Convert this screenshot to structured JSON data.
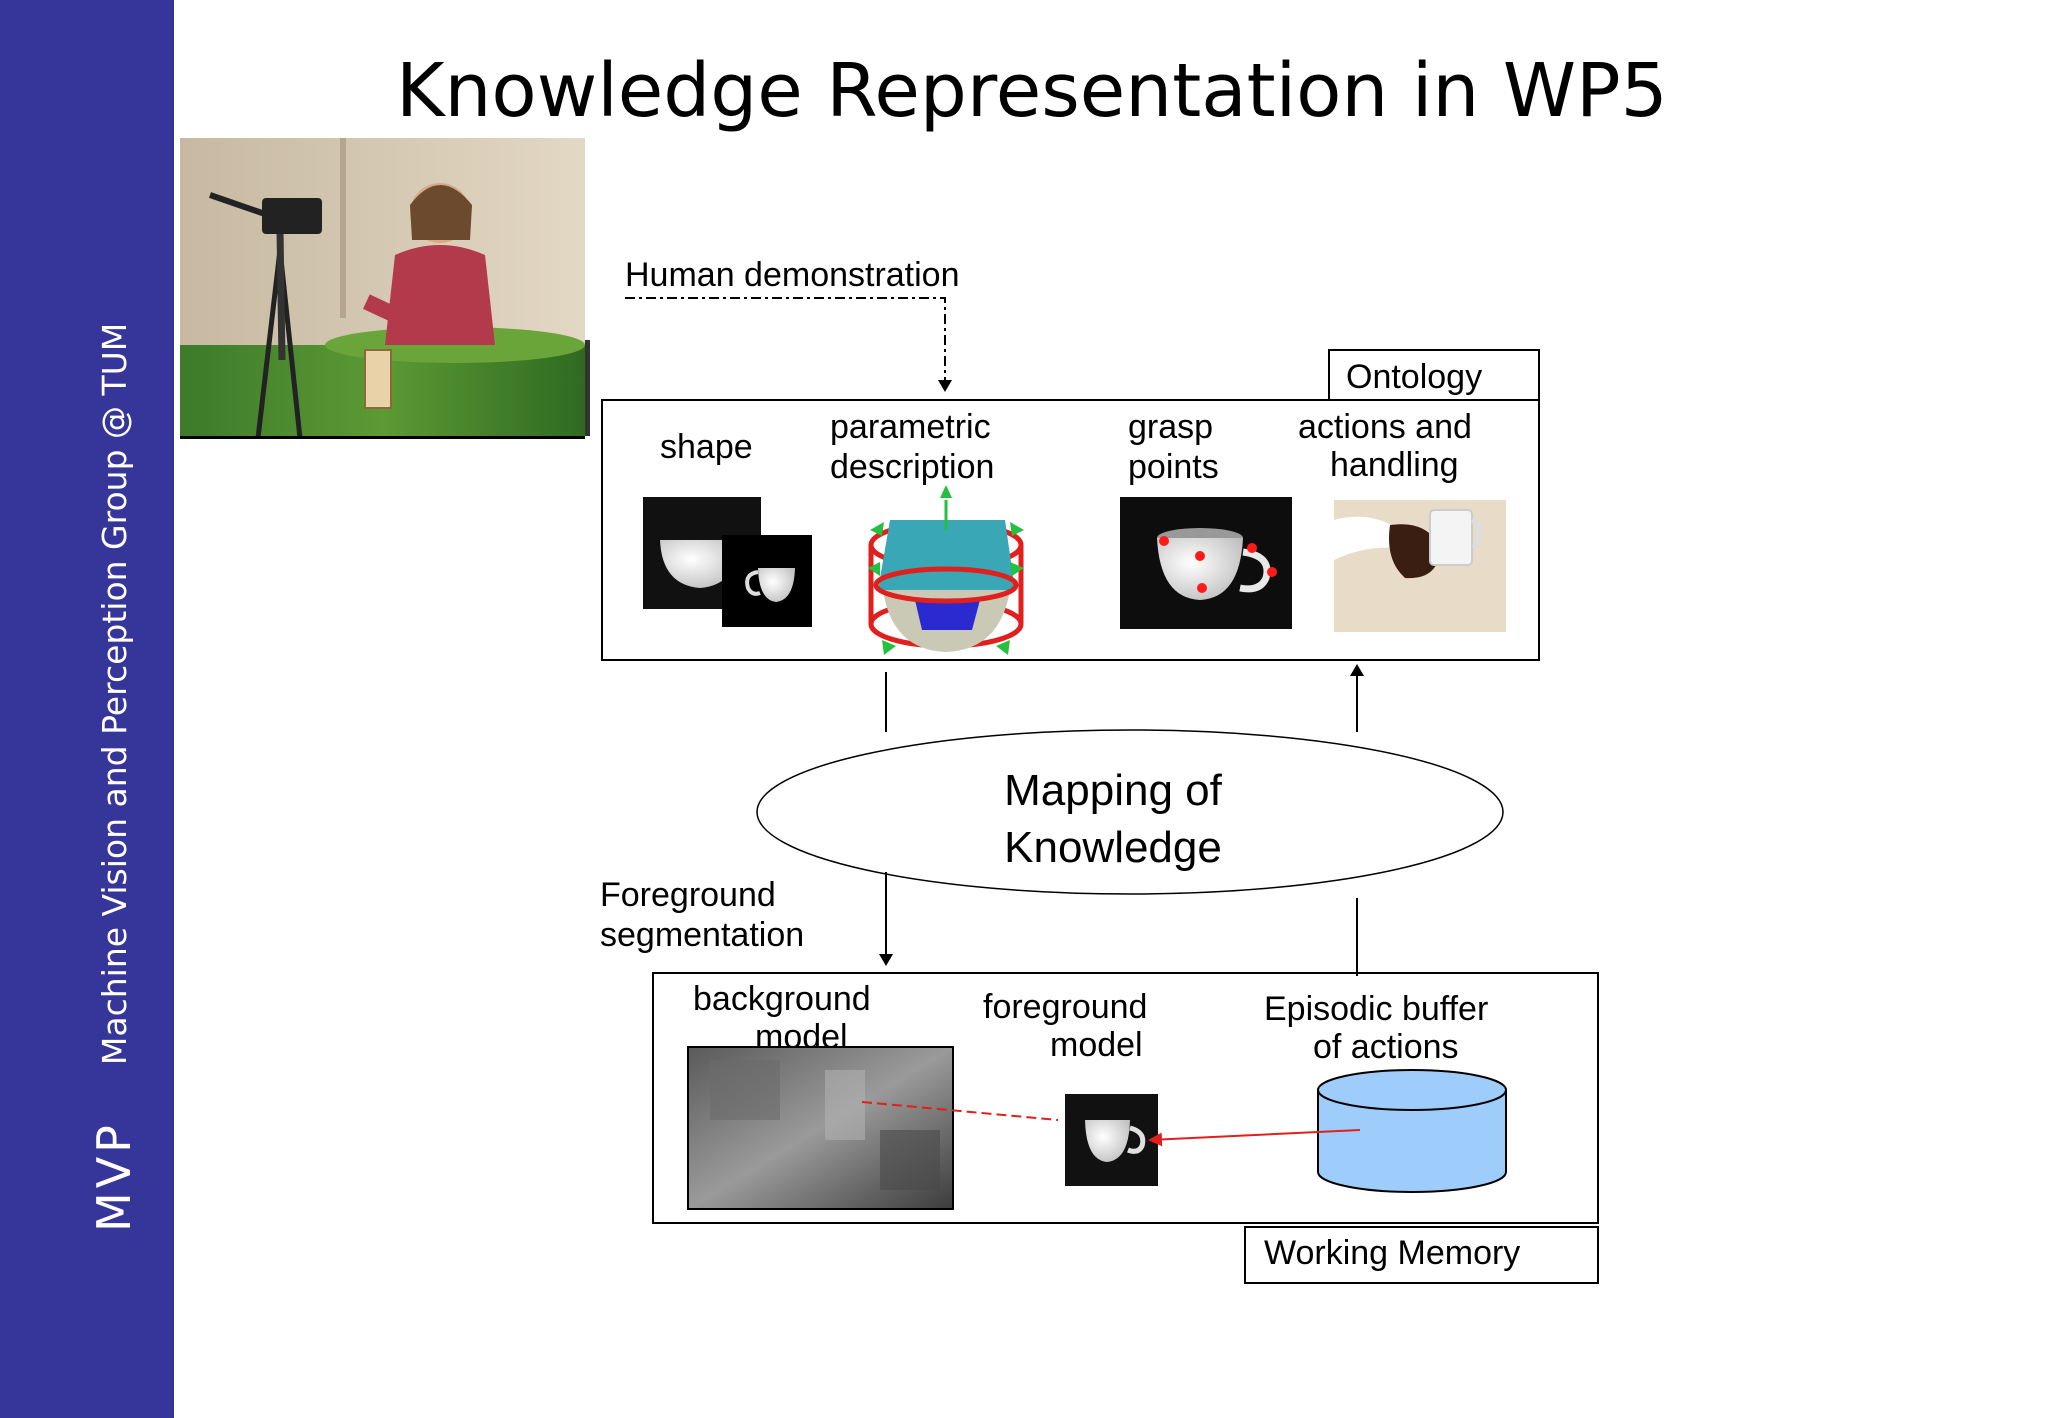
{
  "sidebar": {
    "short_label": "MVP",
    "group_label": "Machine Vision and Perception Group @ TUM"
  },
  "slide": {
    "title": "Knowledge Representation in WP5"
  },
  "diagram": {
    "human_demonstration": "Human demonstration",
    "ontology": {
      "label": "Ontology",
      "shape": "shape",
      "parametric_1": "parametric",
      "parametric_2": "description",
      "grasp_1": "grasp",
      "grasp_2": "points",
      "actions_1": "actions and",
      "actions_2": "handling"
    },
    "mapping_1": "Mapping of",
    "mapping_2": "Knowledge",
    "foreground_seg_1": "Foreground",
    "foreground_seg_2": "segmentation",
    "working_memory": {
      "label": "Working Memory",
      "background_1": "background",
      "background_2": "model",
      "foreground_1": "foreground",
      "foreground_2": "model",
      "episodic_1": "Episodic buffer",
      "episodic_2": "of actions"
    }
  },
  "colors": {
    "sidebar": "#35359a",
    "accent_red": "#e0201c",
    "cylinder": "#9fcdfb"
  }
}
